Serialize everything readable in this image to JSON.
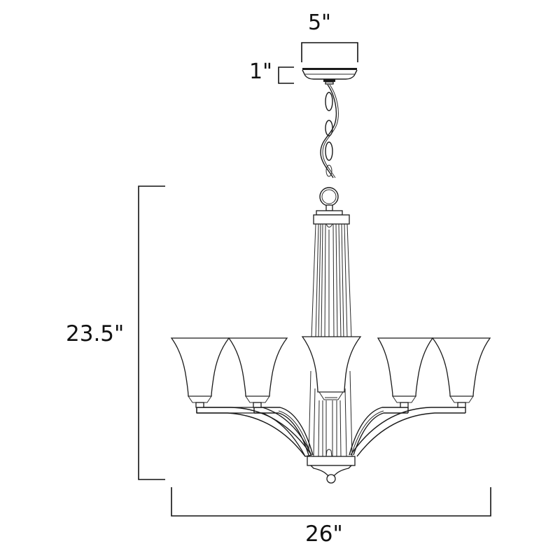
{
  "diagram": {
    "subject": "Five-light chandelier with bell-shaped glass shades, chain, and ceiling canopy",
    "colors": {
      "line": "#1a1a1a",
      "background": "#ffffff"
    },
    "dimensions": {
      "canopy_width": "5\"",
      "canopy_height": "1\"",
      "fixture_height": "23.5\"",
      "fixture_width": "26\""
    },
    "components": [
      "ceiling-canopy",
      "chain",
      "loop-ring",
      "center-column",
      "arms",
      "bell-shades",
      "bottom-finial"
    ],
    "shade_count": 5
  }
}
